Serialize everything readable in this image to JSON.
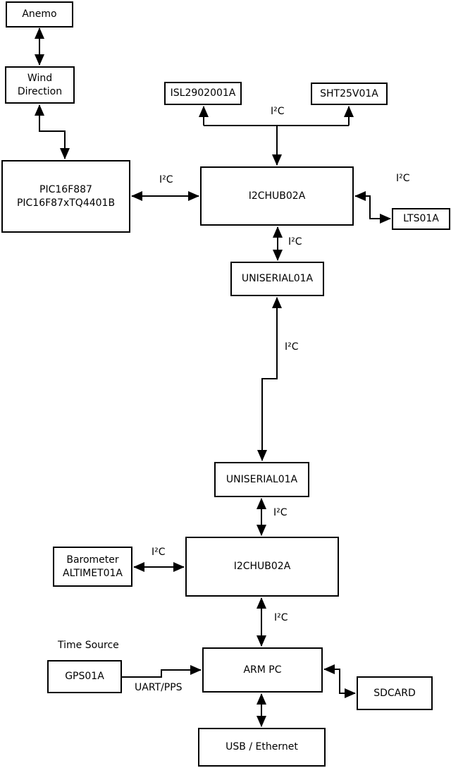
{
  "diagram": {
    "colors": {
      "line": "#000000",
      "background": "#ffffff",
      "box_fill": "#ffffff",
      "text": "#000000"
    },
    "boxes": [
      {
        "id": "anemo",
        "label": "Anemo"
      },
      {
        "id": "wind-direction",
        "label": "Wind\nDirection"
      },
      {
        "id": "pic",
        "label": "PIC16F887\nPIC16F87xTQ4401B"
      },
      {
        "id": "isl",
        "label": "ISL2902001A"
      },
      {
        "id": "sht",
        "label": "SHT25V01A"
      },
      {
        "id": "i2chub-1",
        "label": "I2CHUB02A"
      },
      {
        "id": "lts",
        "label": "LTS01A"
      },
      {
        "id": "uniserial-1",
        "label": "UNISERIAL01A"
      },
      {
        "id": "uniserial-2",
        "label": "UNISERIAL01A"
      },
      {
        "id": "barometer",
        "label": "Barometer\nALTIMET01A"
      },
      {
        "id": "i2chub-2",
        "label": "I2CHUB02A"
      },
      {
        "id": "arm-pc",
        "label": "ARM PC"
      },
      {
        "id": "gps",
        "label": "GPS01A"
      },
      {
        "id": "sdcard",
        "label": "SDCARD"
      },
      {
        "id": "usb-ethernet",
        "label": "USB / Ethernet"
      }
    ],
    "edge_labels": [
      {
        "id": "i2c-pic-hub1",
        "text": "I²C"
      },
      {
        "id": "i2c-isl-sht",
        "text": "I²C"
      },
      {
        "id": "i2c-hub1-lts",
        "text": "I²C"
      },
      {
        "id": "i2c-hub1-uni1",
        "text": "I²C"
      },
      {
        "id": "i2c-uniserial-link",
        "text": "I²C"
      },
      {
        "id": "i2c-uni2-hub2",
        "text": "I²C"
      },
      {
        "id": "i2c-baro-hub2",
        "text": "I²C"
      },
      {
        "id": "i2c-hub2-arm",
        "text": "I²C"
      },
      {
        "id": "time-source",
        "text": "Time Source"
      },
      {
        "id": "uart-pps",
        "text": "UART/PPS"
      }
    ]
  }
}
